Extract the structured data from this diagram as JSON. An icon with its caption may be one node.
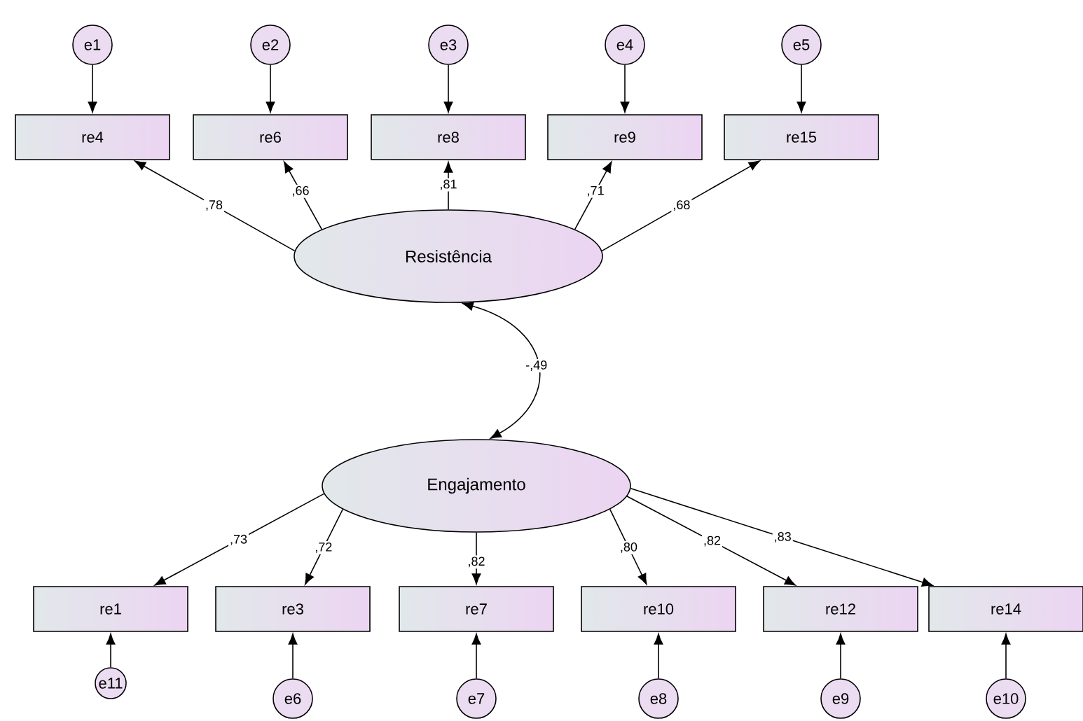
{
  "diagram": {
    "nodes": [
      {
        "text": [
          "e1"
        ]
      },
      {
        "text": [
          "e2"
        ]
      },
      {
        "text": [
          "e3"
        ]
      },
      {
        "text": [
          "e4"
        ]
      },
      {
        "text": [
          "e5"
        ]
      },
      {
        "text": [
          "re4"
        ]
      },
      {
        "text": [
          "re6"
        ]
      },
      {
        "text": [
          "re8"
        ]
      },
      {
        "text": [
          "re9"
        ]
      },
      {
        "text": [
          "re15"
        ]
      },
      {
        "text": [
          "Resistência"
        ]
      },
      {
        "text": [
          "Engajamento"
        ]
      },
      {
        "text": [
          "re1"
        ]
      },
      {
        "text": [
          "re3"
        ]
      },
      {
        "text": [
          "re7"
        ]
      },
      {
        "text": [
          "re10"
        ]
      },
      {
        "text": [
          "re12"
        ]
      },
      {
        "text": [
          "re14"
        ]
      },
      {
        "text": [
          "e11"
        ]
      },
      {
        "text": [
          "e6"
        ]
      },
      {
        "text": [
          "e7"
        ]
      },
      {
        "text": [
          "e8"
        ]
      },
      {
        "text": [
          "e9"
        ]
      },
      {
        "text": [
          "e10"
        ]
      }
    ],
    "edges": [
      {
        "from": 0,
        "to": 5,
        "arrow": "to"
      },
      {
        "from": 1,
        "to": 6,
        "arrow": "to"
      },
      {
        "from": 2,
        "to": 7,
        "arrow": "to"
      },
      {
        "from": 3,
        "to": 8,
        "arrow": "to"
      },
      {
        "from": 4,
        "to": 9,
        "arrow": "to"
      },
      {
        "from": 10,
        "to": 5,
        "arrow": "to",
        "label": ",78"
      },
      {
        "from": 10,
        "to": 6,
        "arrow": "to",
        "label": ",66"
      },
      {
        "from": 10,
        "to": 7,
        "arrow": "to",
        "label": ",81"
      },
      {
        "from": 10,
        "to": 8,
        "arrow": "to",
        "label": ",71"
      },
      {
        "from": 10,
        "to": 9,
        "arrow": "to",
        "label": ",68"
      },
      {
        "from": 10,
        "to": 11,
        "arrow": "both",
        "label": "-,49"
      },
      {
        "from": 11,
        "to": 12,
        "arrow": "to",
        "label": ",73"
      },
      {
        "from": 11,
        "to": 13,
        "arrow": "to",
        "label": ",72"
      },
      {
        "from": 11,
        "to": 14,
        "arrow": "to",
        "label": ",82"
      },
      {
        "from": 11,
        "to": 15,
        "arrow": "to",
        "label": ",80"
      },
      {
        "from": 11,
        "to": 16,
        "arrow": "to",
        "label": ",82"
      },
      {
        "from": 11,
        "to": 17,
        "arrow": "to",
        "label": ",83"
      },
      {
        "from": 18,
        "to": 12,
        "arrow": "to"
      },
      {
        "from": 19,
        "to": 13,
        "arrow": "to"
      },
      {
        "from": 20,
        "to": 14,
        "arrow": "to"
      },
      {
        "from": 21,
        "to": 15,
        "arrow": "to"
      },
      {
        "from": 22,
        "to": 16,
        "arrow": "to"
      },
      {
        "from": 23,
        "to": 17,
        "arrow": "to"
      }
    ]
  }
}
